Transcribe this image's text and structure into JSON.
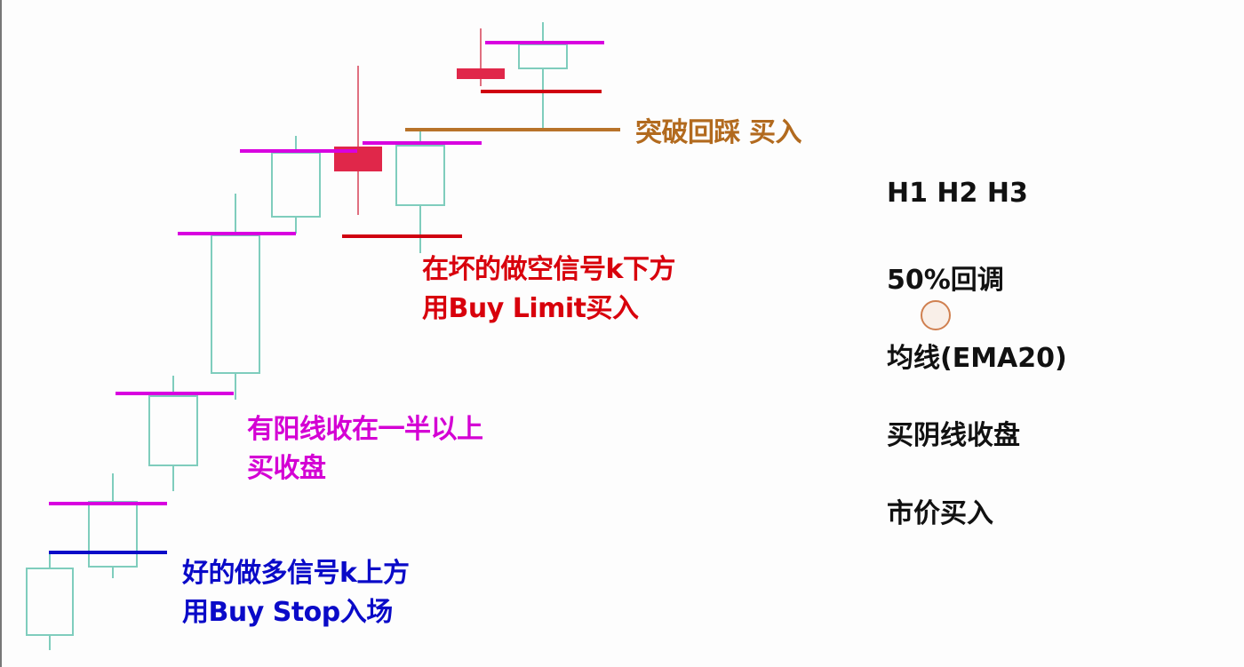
{
  "colors": {
    "bull_candle": "#7fcdbd",
    "bear_candle": "#e0274a",
    "magenta_line": "#d800e0",
    "blue_line": "#0a0ac8",
    "red_line": "#d00010",
    "orange_line": "#b8732a",
    "text_blue": "#0a0ac8",
    "text_magenta": "#d400d4",
    "text_red": "#d8000c",
    "text_orange": "#b26a1e"
  },
  "annotations": {
    "buy_stop": [
      "好的做多信号k上方",
      "用Buy Stop入场"
    ],
    "buy_close": [
      "有阳线收在一半以上",
      "买收盘"
    ],
    "buy_limit": [
      "在坏的做空信号k下方",
      "用Buy Limit买入"
    ],
    "breakout_pullback": "突破回踩 买入"
  },
  "entry_methods": [
    "H1 H2 H3",
    "50%回调",
    "均线(EMA20)",
    "买阴线收盘",
    "市价买入"
  ]
}
